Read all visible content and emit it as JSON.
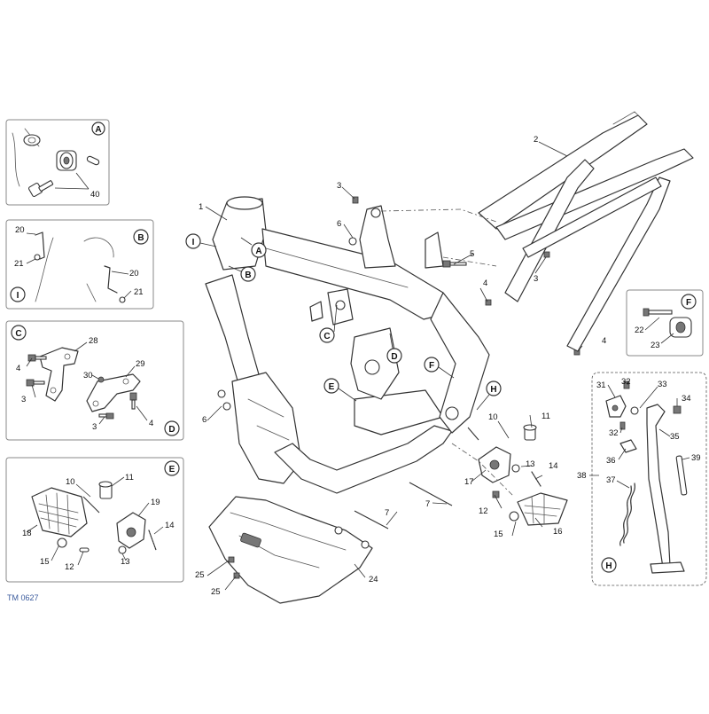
{
  "diagram": {
    "code": "TM 0627",
    "panels": {
      "A": {
        "letter": "A",
        "labels": [
          "40"
        ]
      },
      "B": {
        "letter": "B",
        "sub_letter": "I",
        "labels": [
          "20",
          "21",
          "20",
          "21"
        ]
      },
      "C": {
        "letter": "C",
        "sub_letter": "D",
        "labels": [
          "28",
          "4",
          "30",
          "29",
          "3",
          "3",
          "4"
        ]
      },
      "E": {
        "letter": "E",
        "labels": [
          "10",
          "11",
          "19",
          "18",
          "14",
          "15",
          "12",
          "13"
        ]
      },
      "F": {
        "letter": "F",
        "labels": [
          "22",
          "23"
        ]
      },
      "H": {
        "letter": "H",
        "labels": [
          "31",
          "32",
          "33",
          "34",
          "32",
          "35",
          "36",
          "39",
          "38",
          "37"
        ]
      }
    },
    "main_labels": [
      "1",
      "2",
      "3",
      "3",
      "4",
      "4",
      "5",
      "6",
      "6",
      "7",
      "7",
      "10",
      "11",
      "12",
      "13",
      "14",
      "15",
      "16",
      "17",
      "24",
      "25",
      "25"
    ],
    "main_letters": [
      "I",
      "A",
      "B",
      "C",
      "D",
      "E",
      "F",
      "H"
    ]
  }
}
